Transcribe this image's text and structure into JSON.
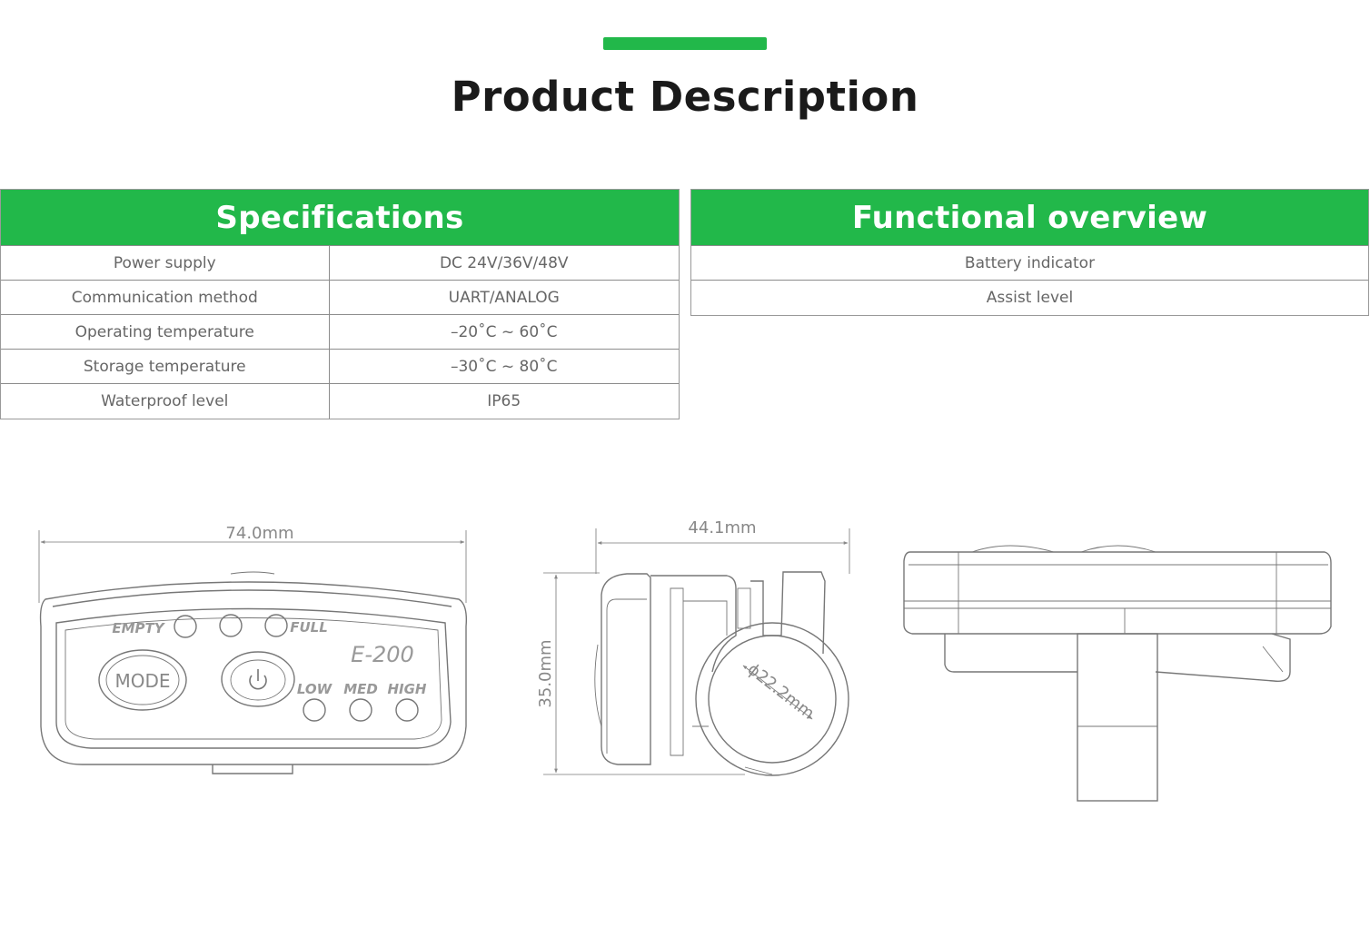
{
  "header": {
    "title": "Product Description",
    "accent_color": "#22b84a"
  },
  "specifications": {
    "title": "Specifications",
    "rows": [
      {
        "label": "Power supply",
        "value": "DC 24V/36V/48V"
      },
      {
        "label": "Communication method",
        "value": "UART/ANALOG"
      },
      {
        "label": "Operating temperature",
        "value": "–20˚C ~ 60˚C"
      },
      {
        "label": "Storage temperature",
        "value": "–30˚C ~ 80˚C"
      },
      {
        "label": "Waterproof level",
        "value": "IP65"
      }
    ]
  },
  "functional_overview": {
    "title": "Functional overview",
    "items": [
      "Battery indicator",
      "Assist level"
    ]
  },
  "drawings": {
    "front": {
      "width_label": "74.0mm",
      "model_label": "E-200",
      "empty_label": "EMPTY",
      "full_label": "FULL",
      "mode_label": "MODE",
      "low_label": "LOW",
      "med_label": "MED",
      "high_label": "HIGH",
      "power_icon": "power-icon"
    },
    "side": {
      "width_label": "44.1mm",
      "height_label": "35.0mm",
      "diameter_label": "ɸ22.2mm"
    }
  }
}
